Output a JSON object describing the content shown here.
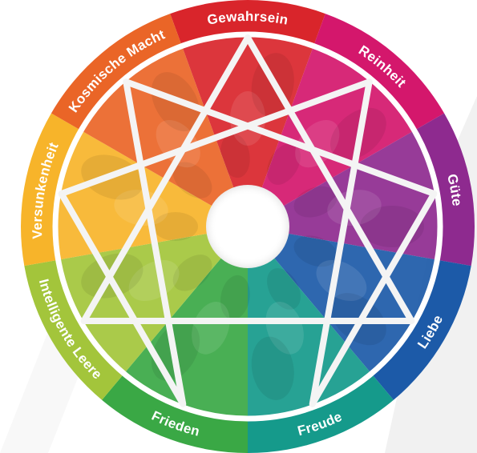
{
  "diagram": {
    "type": "enneagram-color-wheel",
    "segments": [
      {
        "label": "Gewahrsein",
        "color": "#d9252b"
      },
      {
        "label": "Reinheit",
        "color": "#d4176c"
      },
      {
        "label": "Güte",
        "color": "#8e2a8f"
      },
      {
        "label": "Liebe",
        "color": "#1c5aa8"
      },
      {
        "label": "Freude",
        "color": "#159a8b"
      },
      {
        "label": "Frieden",
        "color": "#3aa845"
      },
      {
        "label": "Intelligente Leere",
        "color": "#a3c53b"
      },
      {
        "label": "Versunkenheit",
        "color": "#f7b42a"
      },
      {
        "label": "Kosmische Macht",
        "color": "#ea6527"
      }
    ],
    "ring_color": "#ffffff",
    "center_color": "#ffffff"
  }
}
